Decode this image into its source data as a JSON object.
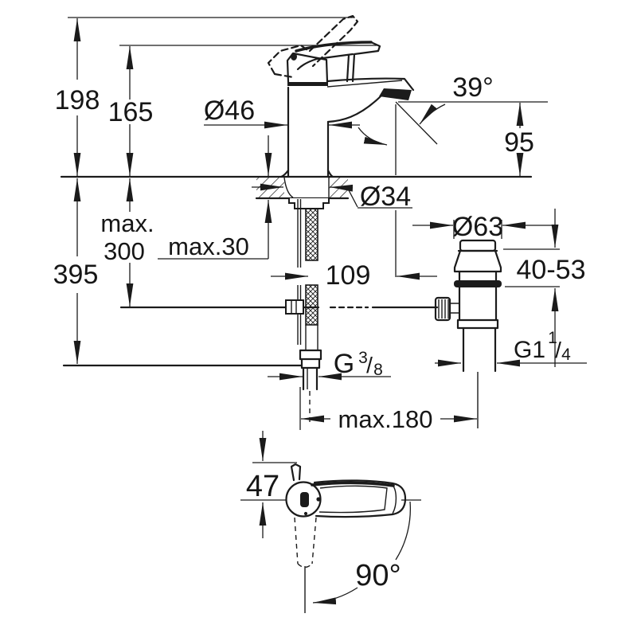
{
  "drawing": {
    "background_color": "#ffffff",
    "line_color": "#1b1b1b",
    "type": "faucet-dimension-diagram"
  },
  "labels": {
    "overall_height": "198",
    "height_to_handle": "165",
    "body_diameter": "Ø46",
    "spout_angle": "39°",
    "outlet_height": "95",
    "hole_diameter": "Ø34",
    "rod_max_word": "max.",
    "rod_max_value": "300",
    "deck_thickness_max": "max.30",
    "total_depth": "395",
    "spout_reach": "109",
    "waste_flange_diameter": "Ø63",
    "mounting_range": "40-53",
    "supply_thread_prefix": "G",
    "supply_thread_numerator": "3",
    "supply_thread_slash": "/",
    "supply_thread_denominator": "8",
    "waste_thread_prefix": "G1",
    "waste_thread_numerator": "1",
    "waste_thread_slash": "/",
    "waste_thread_denominator": "4",
    "hose_spread_max": "max.180",
    "handle_width": "47",
    "handle_swivel_angle": "90°"
  }
}
